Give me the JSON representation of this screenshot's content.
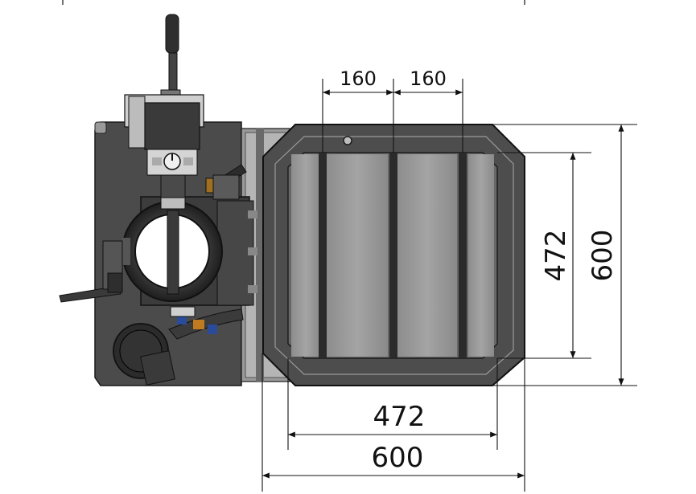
{
  "dimensions": {
    "slot_spacing_left": "160",
    "slot_spacing_right": "160",
    "table_inner_depth": "472",
    "table_outer_depth": "600",
    "table_inner_width": "472",
    "table_outer_width": "600"
  },
  "colors": {
    "machine_body": "#4a4a4a",
    "machine_dark": "#2e2e2e",
    "table_frame": "#555555",
    "table_glass": "#9a9a9a",
    "dimension_line": "#111111"
  }
}
